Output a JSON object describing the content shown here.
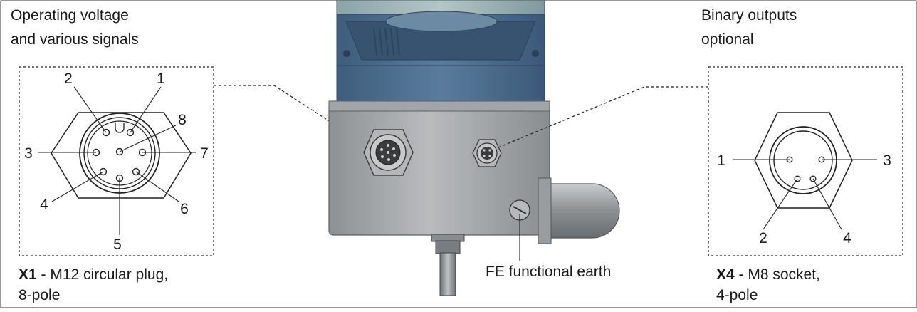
{
  "left": {
    "heading": [
      "Operating voltage",
      "and various signals"
    ],
    "caption": {
      "id": "X1",
      "rest": " - M12 circular plug,",
      "line2": "8-pole"
    },
    "pins": [
      "1",
      "2",
      "3",
      "4",
      "5",
      "6",
      "7",
      "8"
    ]
  },
  "right": {
    "heading": [
      "Binary outputs",
      "optional"
    ],
    "caption": {
      "id": "X4",
      "rest": " - M8 socket,",
      "line2": "4-pole"
    },
    "pins": [
      "1",
      "2",
      "3",
      "4"
    ]
  },
  "center": {
    "fe_label": "FE functional earth"
  },
  "colors": {
    "housing_blue": "#4f6f8f",
    "housing_grey": "#a7aaad",
    "line": "#1a1a1a"
  }
}
